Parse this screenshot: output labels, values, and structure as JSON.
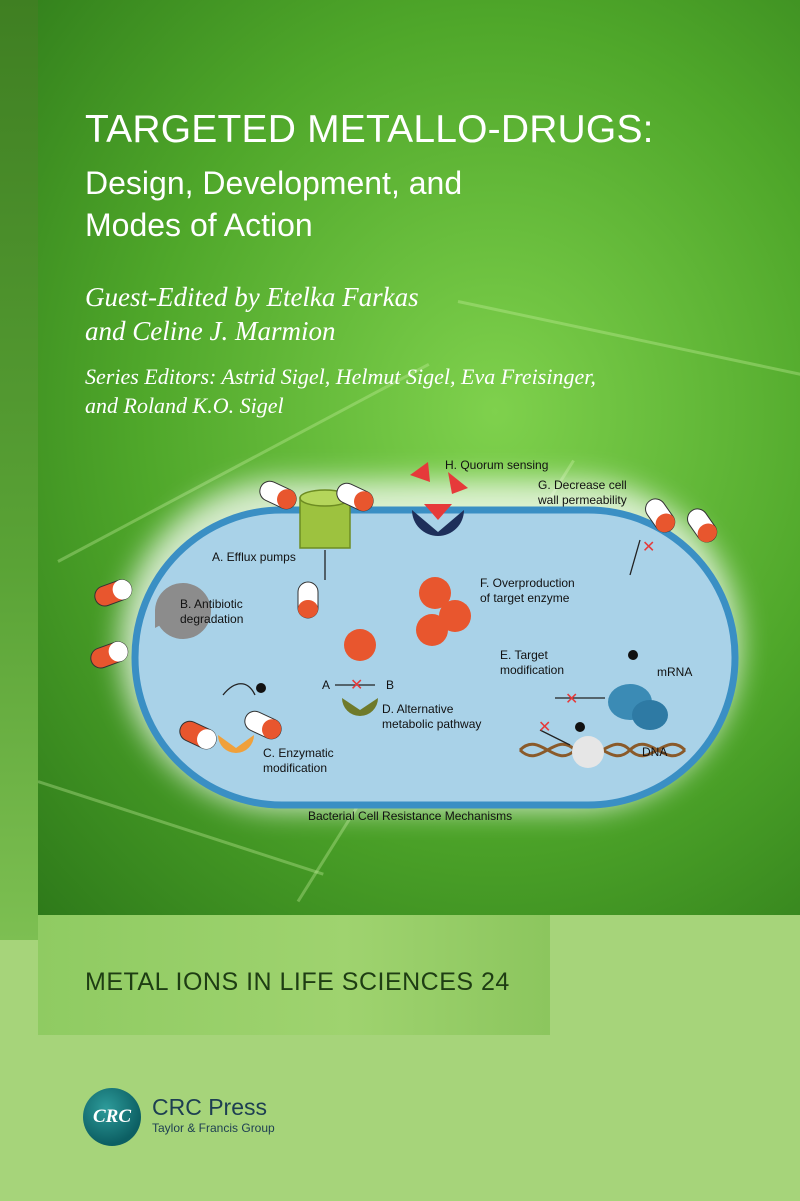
{
  "cover": {
    "title": "TARGETED METALLO-DRUGS:",
    "subtitle_line1": "Design, Development, and",
    "subtitle_line2": "Modes of Action",
    "guest_editors_line1": "Guest-Edited by Etelka Farkas",
    "guest_editors_line2": "and Celine J. Marmion",
    "series_editors_line1": "Series Editors: Astrid Sigel, Helmut Sigel, Eva Freisinger,",
    "series_editors_line2": "and Roland K.O. Sigel",
    "series_title": "METAL IONS IN LIFE SCIENCES 24"
  },
  "publisher": {
    "logo_text": "CRC",
    "name": "CRC Press",
    "group": "Taylor & Francis Group"
  },
  "diagram": {
    "caption": "Bacterial Cell Resistance Mechanisms",
    "labels": {
      "a": "A. Efflux pumps",
      "b1": "B. Antibiotic",
      "b2": "degradation",
      "c1": "C. Enzymatic",
      "c2": "modification",
      "d1": "D. Alternative",
      "d2": "metabolic pathway",
      "e1": "E. Target",
      "e2": "modification",
      "f1": "F. Overproduction",
      "f2": "of target enzyme",
      "g1": "G. Decrease cell",
      "g2": "wall permeability",
      "h": "H. Quorum sensing",
      "a_node": "A",
      "b_node": "B",
      "mrna": "mRNA",
      "dna": "DNA"
    }
  },
  "colors": {
    "cell_fill": "#a9d2e8",
    "cell_border": "#3a8fc4",
    "capsule_red": "#e8562e",
    "accent_green": "#5aa336"
  }
}
